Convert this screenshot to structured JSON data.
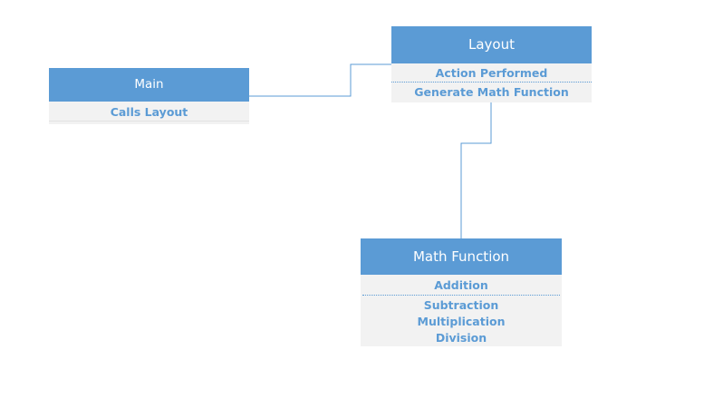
{
  "diagram": {
    "main": {
      "title": "Main",
      "items": [
        "Calls Layout"
      ]
    },
    "layout": {
      "title": "Layout",
      "items": [
        "Action Performed",
        "Generate Math Function"
      ]
    },
    "math_function": {
      "title": "Math Function",
      "items": [
        "Addition",
        "Subtraction",
        "Multiplication",
        "Division"
      ]
    }
  },
  "colors": {
    "header_fill": "#5b9bd5",
    "body_fill": "#f2f2f2",
    "item_text": "#5b9bd5",
    "connector": "#5b9bd5"
  }
}
